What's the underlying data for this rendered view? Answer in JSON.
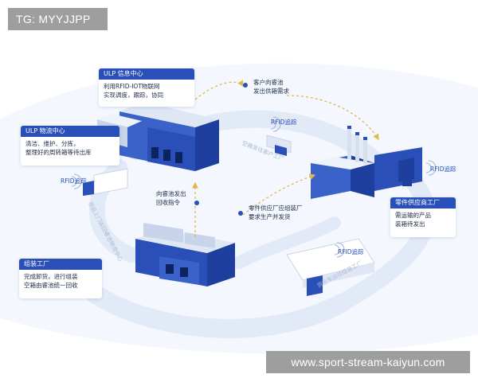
{
  "watermarks": {
    "top_left": "TG: MYYJJPP",
    "bottom_right": "www.sport-stream-kaiyun.com"
  },
  "boxes": {
    "ulp_info": {
      "title": "ULP 信息中心",
      "lines": [
        "利用RFID-IOT物联网",
        "实现调度，跟踪，协同"
      ]
    },
    "ulp_logistics": {
      "title": "ULP 物流中心",
      "lines": [
        "清洁、维护、分拣，",
        "整理好的周转箱等待出库"
      ]
    },
    "supplier": {
      "title": "零件供应商工厂",
      "lines": [
        "需运输的产品",
        "装箱待发出"
      ]
    },
    "assembly": {
      "title": "组装工厂",
      "lines": [
        "完成卸货，进行组装",
        "空箱由睿池统一回收"
      ]
    }
  },
  "notes": {
    "customer_demand": [
      "客户向睿池",
      "发出供箱需求"
    ],
    "recall": [
      "向睿池发出",
      "回收指令"
    ],
    "supply_request": [
      "零件供应厂应组装厂",
      "要求生产并发货"
    ]
  },
  "rfid_labels": [
    "RFID追踪",
    "RFID追踪",
    "RFID追踪",
    "RFID追踪"
  ],
  "road_labels": {
    "empty_to_customer": "空箱发往客户工厂",
    "to_ulp": "货运上门返回睿池物流中心",
    "goods_transport": "货运车运往组装工厂"
  },
  "colors": {
    "brand_blue": "#2a4fb8",
    "dark_blue": "#1f3f9e",
    "road": "#e4ecf8",
    "dashed_arrow": "#e1b94a"
  }
}
